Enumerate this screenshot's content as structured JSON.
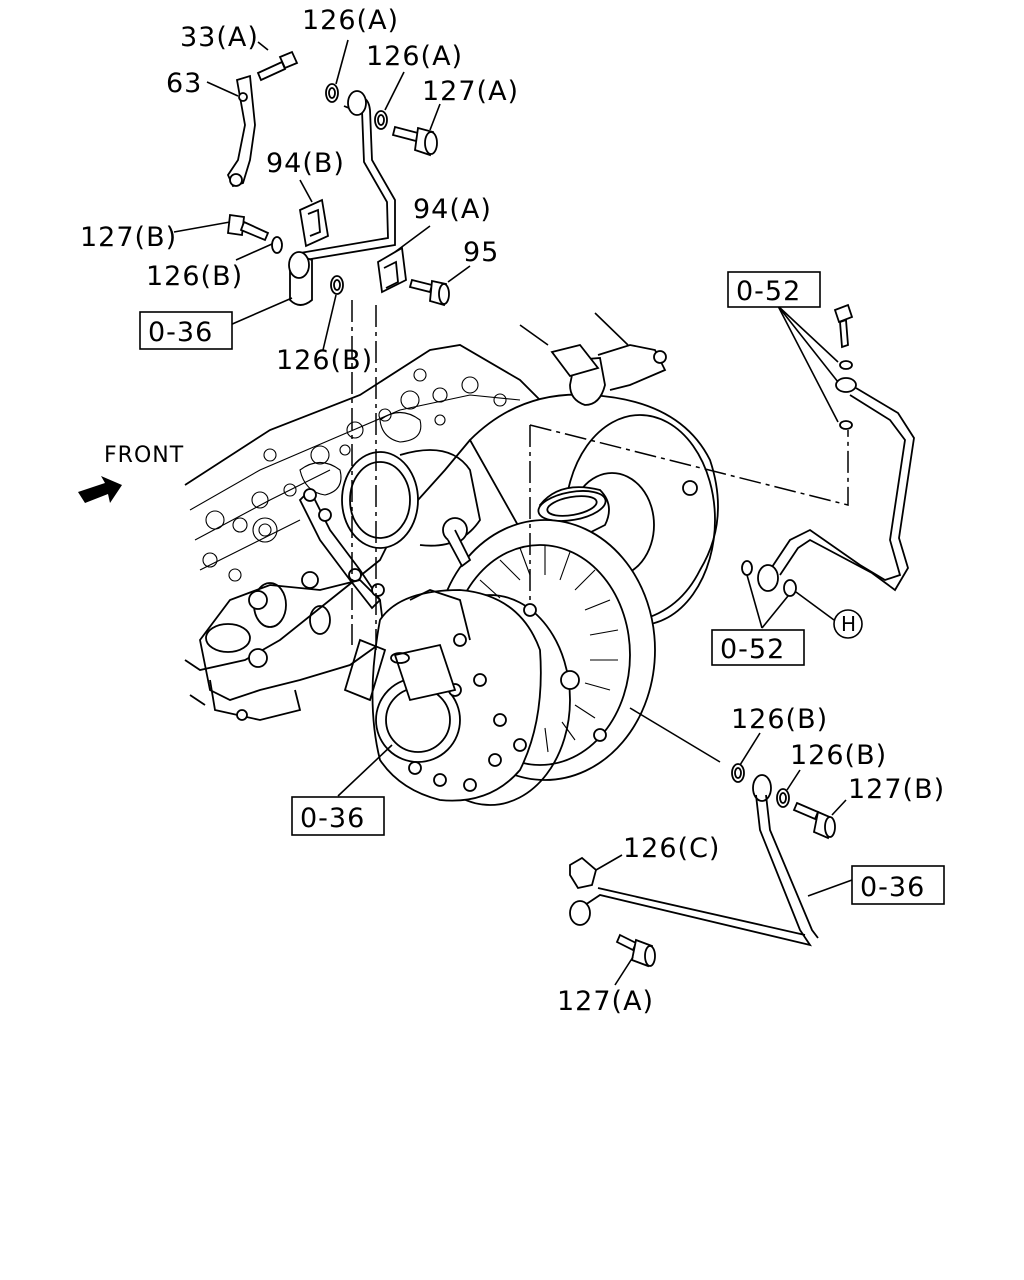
{
  "front_label": "FRONT",
  "callouts": {
    "c33a": "33(A)",
    "c126a_1": "126(A)",
    "c126a_2": "126(A)",
    "c127a_top": "127(A)",
    "c63": "63",
    "c94b": "94(B)",
    "c94a": "94(A)",
    "c127b_left": "127(B)",
    "c95": "95",
    "c126b_left1": "126(B)",
    "c126b_left2": "126(B)",
    "c126b_right1": "126(B)",
    "c126b_right2": "126(B)",
    "c127b_right": "127(B)",
    "c126c": "126(C)",
    "c127a_bottom": "127(A)"
  },
  "ref_boxes": {
    "r036_top": "0-36",
    "r052_top": "0-52",
    "r052_mid": "0-52",
    "r036_mid": "0-36",
    "r036_bottom": "0-36"
  },
  "circle_marker": "H"
}
